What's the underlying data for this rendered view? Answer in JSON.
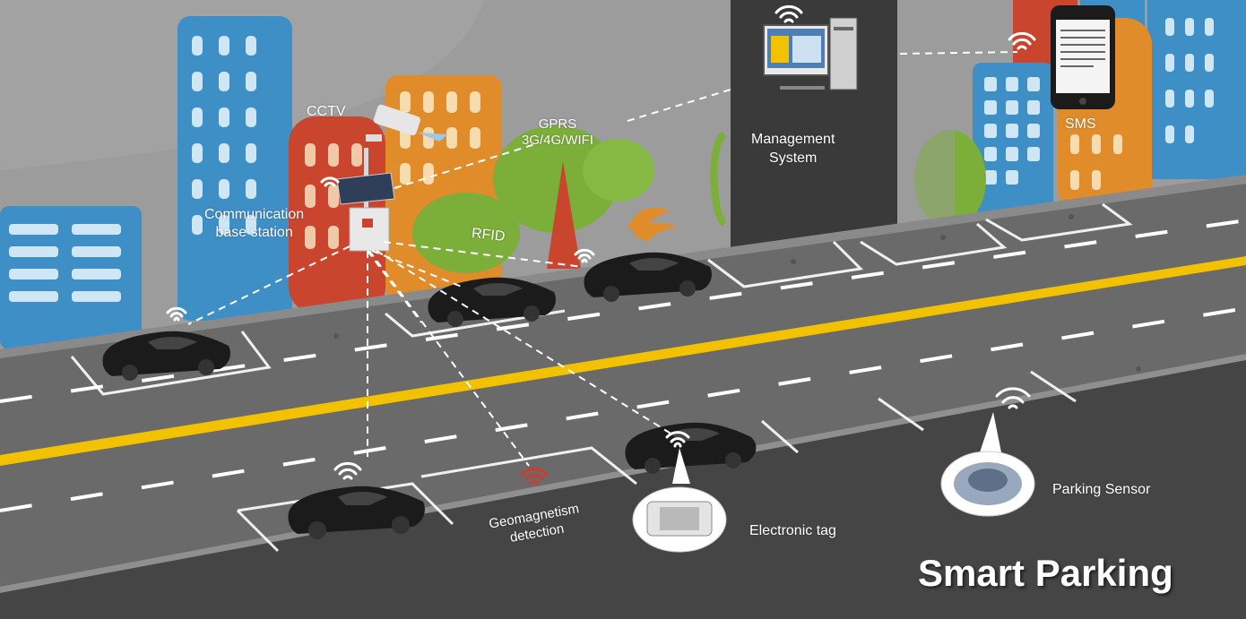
{
  "labels": {
    "cctv": "CCTV",
    "gprs_line1": "GPRS",
    "gprs_line2": "3G/4G/WIFI",
    "base_line1": "Communication",
    "base_line2": "base station",
    "rfid": "RFID",
    "mgmt_line1": "Management",
    "mgmt_line2": "System",
    "sms": "SMS",
    "geo_line1": "Geomagnetism",
    "geo_line2": "detection",
    "tag": "Electronic tag",
    "sensor": "Parking Sensor"
  },
  "title": "Smart Parking",
  "colors": {
    "sky": "#9b9b9b",
    "road": "#6a6a6a",
    "road_near": "#4a4a4a",
    "divider_line": "#f2c200",
    "lane_mark": "#ffffff",
    "car": "#1b1b1b",
    "building_blue": "#3f8fc7",
    "building_orange": "#e08c2a",
    "building_red": "#c9452d",
    "tree_green": "#7cae3a",
    "panel_dark": "#3a3a3a",
    "wifi_red": "#d23a2a"
  }
}
